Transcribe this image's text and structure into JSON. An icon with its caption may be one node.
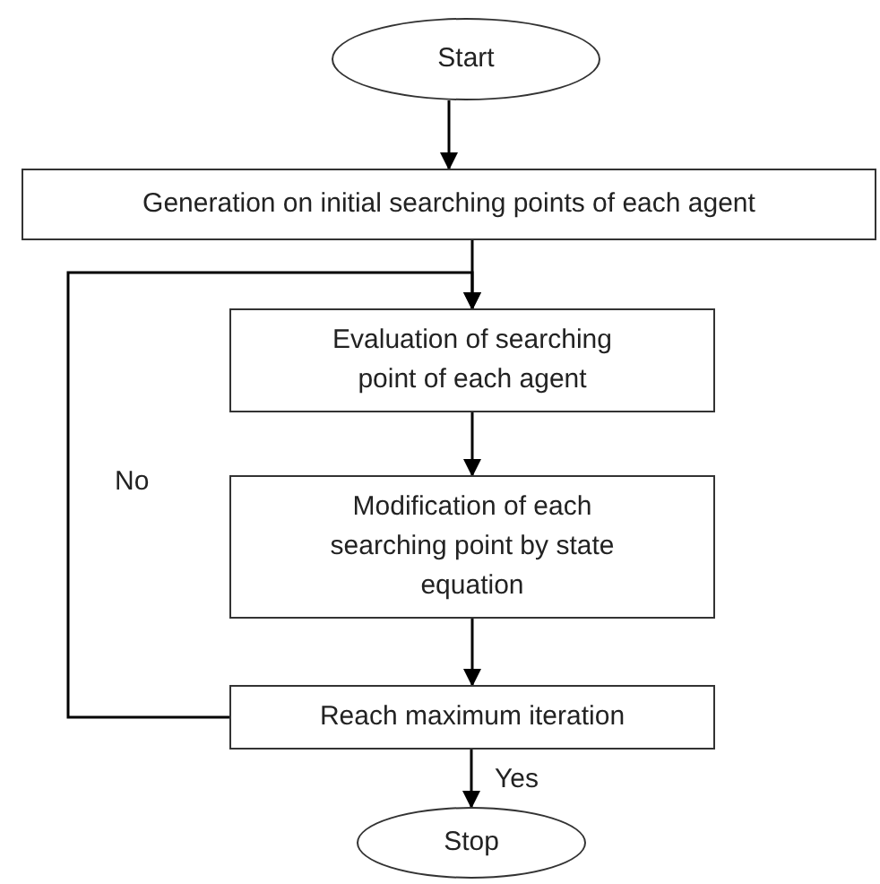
{
  "diagram": {
    "nodes": [
      {
        "text": [
          "Start"
        ]
      },
      {
        "text": [
          "Generation on initial searching points of each agent"
        ]
      },
      {
        "text": [
          "Evaluation of searching point of each agent"
        ]
      },
      {
        "text": [
          "Modification of each searching point by state equation"
        ]
      },
      {
        "text": [
          "Reach maximum iteration"
        ]
      },
      {
        "text": [
          "Stop"
        ]
      }
    ],
    "edges": [
      {
        "from": 0,
        "to": 1,
        "arrow": "to"
      },
      {
        "from": 1,
        "to": 2,
        "arrow": "to"
      },
      {
        "from": 2,
        "to": 3,
        "arrow": "to"
      },
      {
        "from": 3,
        "to": 4,
        "arrow": "to"
      },
      {
        "from": 4,
        "to": 5,
        "arrow": "to",
        "label": "Yes"
      },
      {
        "from": 4,
        "to": 2,
        "arrow": "to",
        "label": "No"
      }
    ]
  }
}
